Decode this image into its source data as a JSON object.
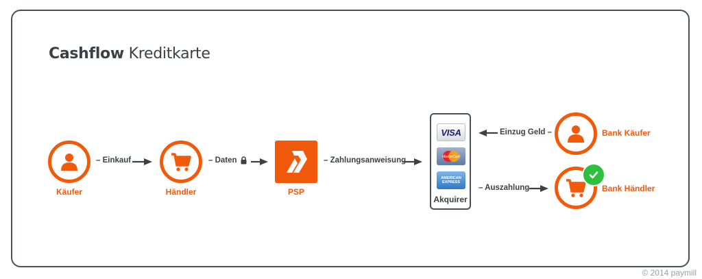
{
  "title": {
    "bold": "Cashflow",
    "rest": " Kreditkarte"
  },
  "nodes": {
    "kaeufer": "Käufer",
    "haendler": "Händler",
    "psp": "PSP",
    "akquirer": "Akquirer",
    "bank_kaeufer": "Bank Käufer",
    "bank_haendler": "Bank Händler"
  },
  "edges": {
    "einkauf": "– Einkauf",
    "daten": "– Daten",
    "zahlungsanweisung": "– Zahlungsanweisung",
    "einzug_geld": "Einzug Geld –",
    "auszahlung": "– Auszahlung"
  },
  "cards": {
    "visa": "VISA",
    "mastercard": "MasterCard",
    "amex": "AMERICAN EXPRESS"
  },
  "copyright": "© 2014 paymill",
  "colors": {
    "accent": "#f15a0a",
    "dark": "#3a4147",
    "success": "#2fbf3f"
  },
  "icons": [
    "user-icon",
    "cart-icon",
    "lock-icon",
    "psp-logo-icon",
    "check-icon"
  ]
}
